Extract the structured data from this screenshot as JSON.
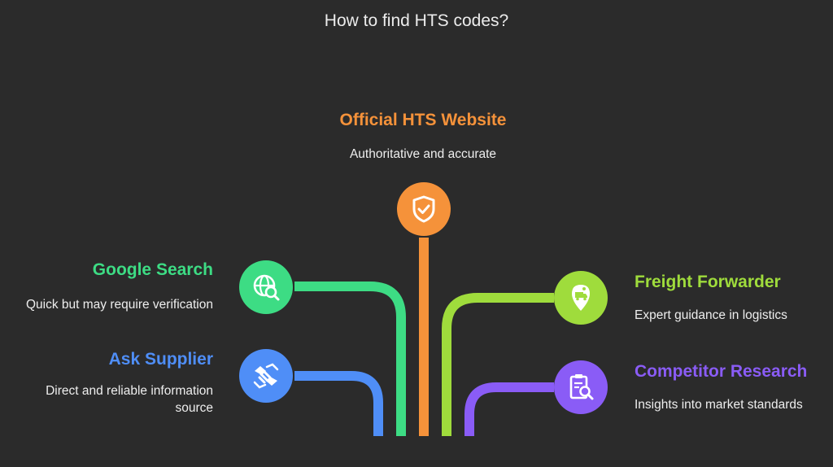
{
  "title": "How to find HTS codes?",
  "colors": {
    "background": "#2b2b2b",
    "orange": "#f5923a",
    "green": "#3ddc84",
    "blue": "#4f8ef7",
    "lime": "#9fdc3c",
    "purple": "#8a5cf6"
  },
  "items": [
    {
      "heading": "Official HTS Website",
      "description": "Authoritative and accurate",
      "icon": "shield-check-icon",
      "color": "#f5923a"
    },
    {
      "heading": "Google Search",
      "description": "Quick but may require verification",
      "icon": "globe-search-icon",
      "color": "#3ddc84"
    },
    {
      "heading": "Ask Supplier",
      "description": "Direct and reliable information source",
      "icon": "handshake-icon",
      "color": "#4f8ef7"
    },
    {
      "heading": "Freight Forwarder",
      "description": "Expert guidance in logistics",
      "icon": "truck-location-icon",
      "color": "#9fdc3c"
    },
    {
      "heading": "Competitor Research",
      "description": "Insights into market standards",
      "icon": "clipboard-search-icon",
      "color": "#8a5cf6"
    }
  ]
}
